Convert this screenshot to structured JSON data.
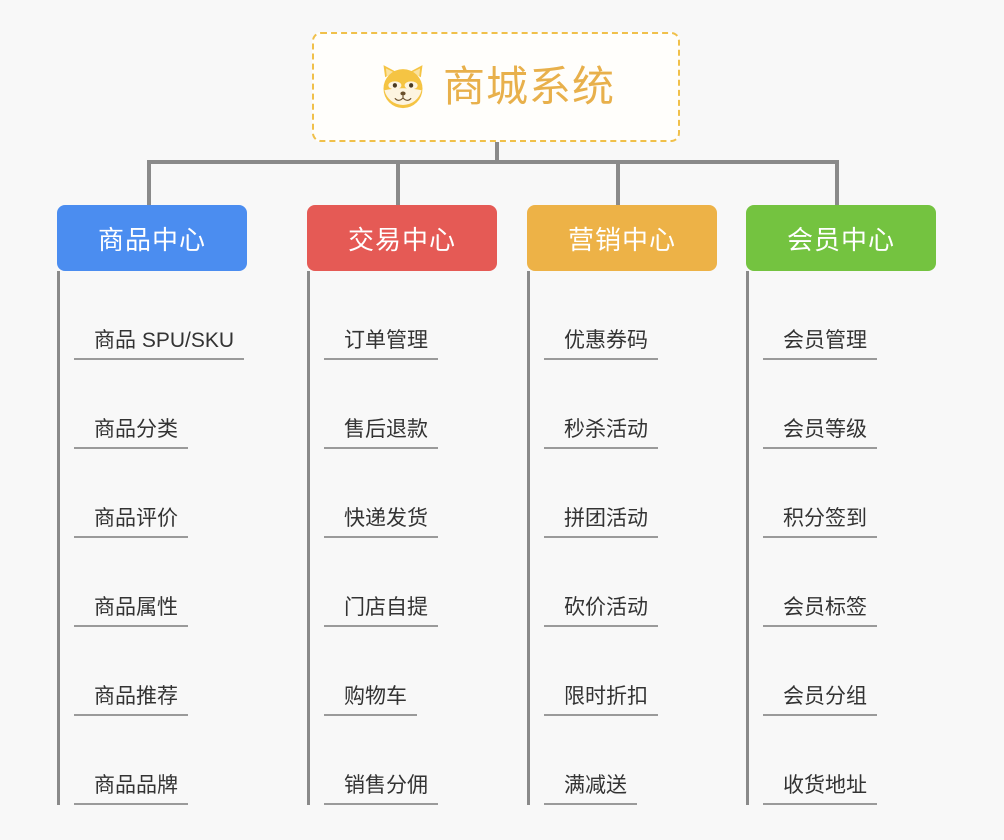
{
  "page": {
    "background": "#f8f8f8",
    "connector_color": "#8a8a8a",
    "leaf_text_color": "#333333",
    "leaf_underline_color": "#9a9a9a"
  },
  "root": {
    "title": "商城系统",
    "icon": "shiba-dog-face-icon",
    "title_color": "#e8b04b",
    "border_color": "#f0c04a",
    "background": "#fffefb"
  },
  "branches": [
    {
      "label": "商品中心",
      "color": "#4b8df0",
      "items": [
        "商品 SPU/SKU",
        "商品分类",
        "商品评价",
        "商品属性",
        "商品推荐",
        "商品品牌"
      ]
    },
    {
      "label": "交易中心",
      "color": "#e55a55",
      "items": [
        "订单管理",
        "售后退款",
        "快递发货",
        "门店自提",
        "购物车",
        "销售分佣"
      ]
    },
    {
      "label": "营销中心",
      "color": "#edb247",
      "items": [
        "优惠券码",
        "秒杀活动",
        "拼团活动",
        "砍价活动",
        "限时折扣",
        "满减送"
      ]
    },
    {
      "label": "会员中心",
      "color": "#74c340",
      "items": [
        "会员管理",
        "会员等级",
        "积分签到",
        "会员标签",
        "会员分组",
        "收货地址"
      ]
    }
  ]
}
